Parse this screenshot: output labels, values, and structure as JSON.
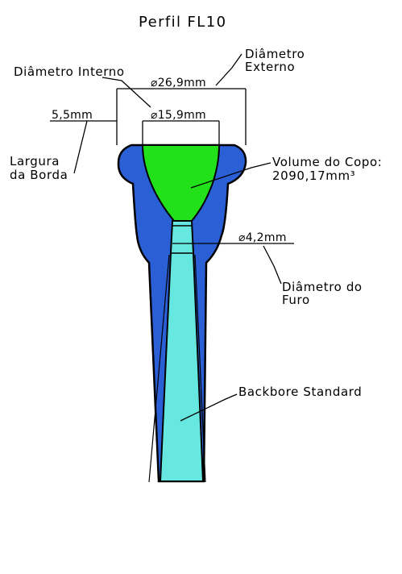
{
  "title": "Perfil FL10",
  "labels": {
    "outer_diameter": [
      "Diâmetro",
      "Externo"
    ],
    "inner_diameter": "Diâmetro Interno",
    "rim_width": [
      "Largura",
      "da Borda"
    ],
    "cup_volume": [
      "Volume do Copo:",
      "2090,17mm³"
    ],
    "throat_diameter": [
      "Diâmetro do",
      "Furo"
    ],
    "backbore": "Backbore Standard"
  },
  "dimensions": {
    "outer": "⌀26,9mm",
    "inner": "⌀15,9mm",
    "rim": "5,5mm",
    "throat": "⌀4,2mm"
  },
  "colors": {
    "body": "#2a5fd6",
    "cup": "#22e01a",
    "bore": "#66e8e0",
    "outline": "#000000"
  }
}
